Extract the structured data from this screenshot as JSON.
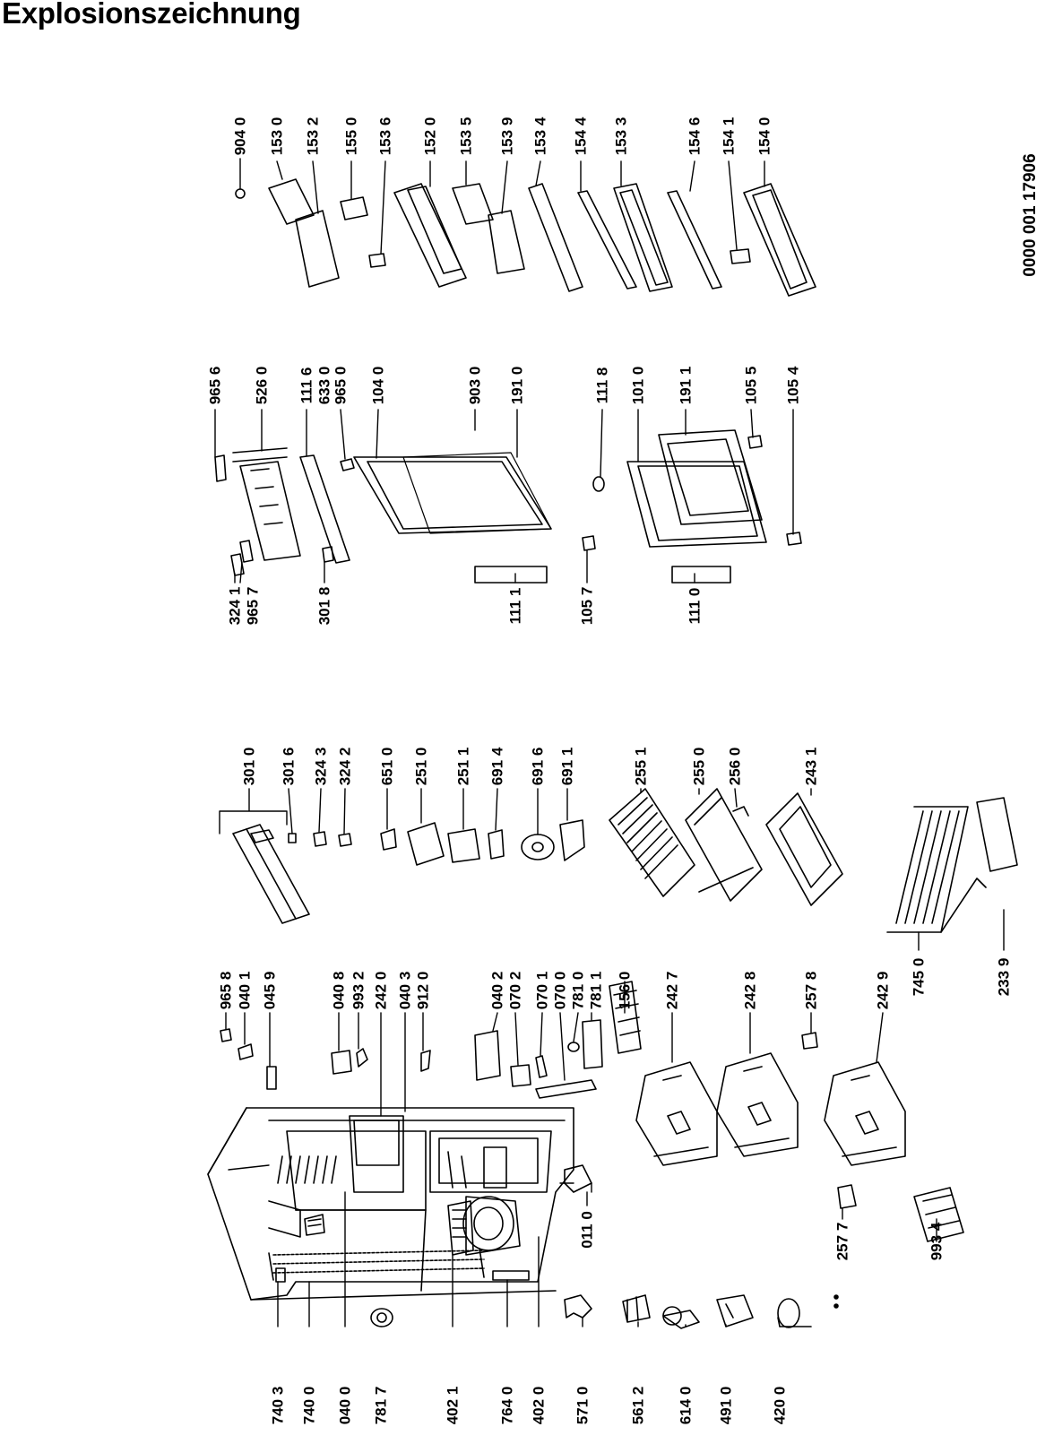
{
  "title": "Explosionszeichnung",
  "doc_number": "0000 001 17906",
  "groups": {
    "shelves_right": [
      "904 0",
      "153 0",
      "153 2",
      "155 0",
      "153 6",
      "152 0",
      "153 5",
      "153 9",
      "153 4",
      "154 4",
      "153 3",
      "154 6",
      "154 1",
      "154 0"
    ],
    "door": [
      "965 6",
      "526 0",
      "111 6",
      "633 0",
      "965 0",
      "104 0",
      "903 0",
      "191 0",
      "111 8",
      "101 0",
      "191 1",
      "105 5",
      "105 4",
      "324 1",
      "965 7",
      "301 8",
      "111 1",
      "105 7",
      "111 0"
    ],
    "interior": [
      "301 0",
      "301 6",
      "324 3",
      "324 2",
      "651 0",
      "251 0",
      "251 1",
      "691 4",
      "691 6",
      "691 1",
      "255 1",
      "255 0",
      "256 0",
      "243 1",
      "745 0",
      "233 9"
    ],
    "cabinet_top": [
      "965 8",
      "040 1",
      "045 9",
      "040 8",
      "993 2",
      "242 0",
      "040 3",
      "912 0",
      "040 2",
      "070 2",
      "070 1",
      "070 0",
      "781 0",
      "781 1",
      "156 0",
      "242 7",
      "242 8",
      "257 8",
      "242 9"
    ],
    "cabinet_bottom": [
      "740 3",
      "740 0",
      "040 0",
      "781 7",
      "402 1",
      "764 0",
      "402 0",
      "571 0",
      "561 2",
      "614 0",
      "491 0",
      "420 0",
      "011 0",
      "257 7",
      "993 4"
    ]
  }
}
